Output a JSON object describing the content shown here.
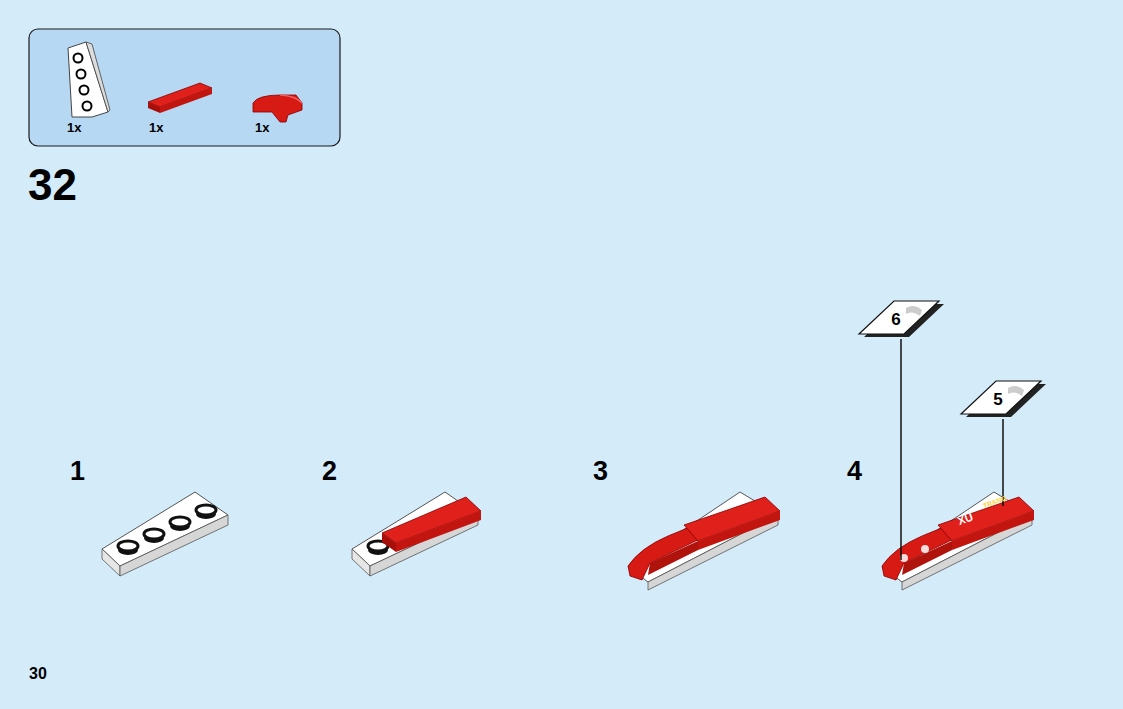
{
  "diagram": {
    "nodes": [
      {
        "text": [
          "1x",
          "1x",
          "1x"
        ]
      },
      {
        "text": [
          "6"
        ]
      },
      {
        "text": [
          "5"
        ]
      }
    ],
    "labels": [
      "32",
      "1",
      "2",
      "3",
      "4",
      "XU",
      "TRANG",
      "30"
    ]
  }
}
